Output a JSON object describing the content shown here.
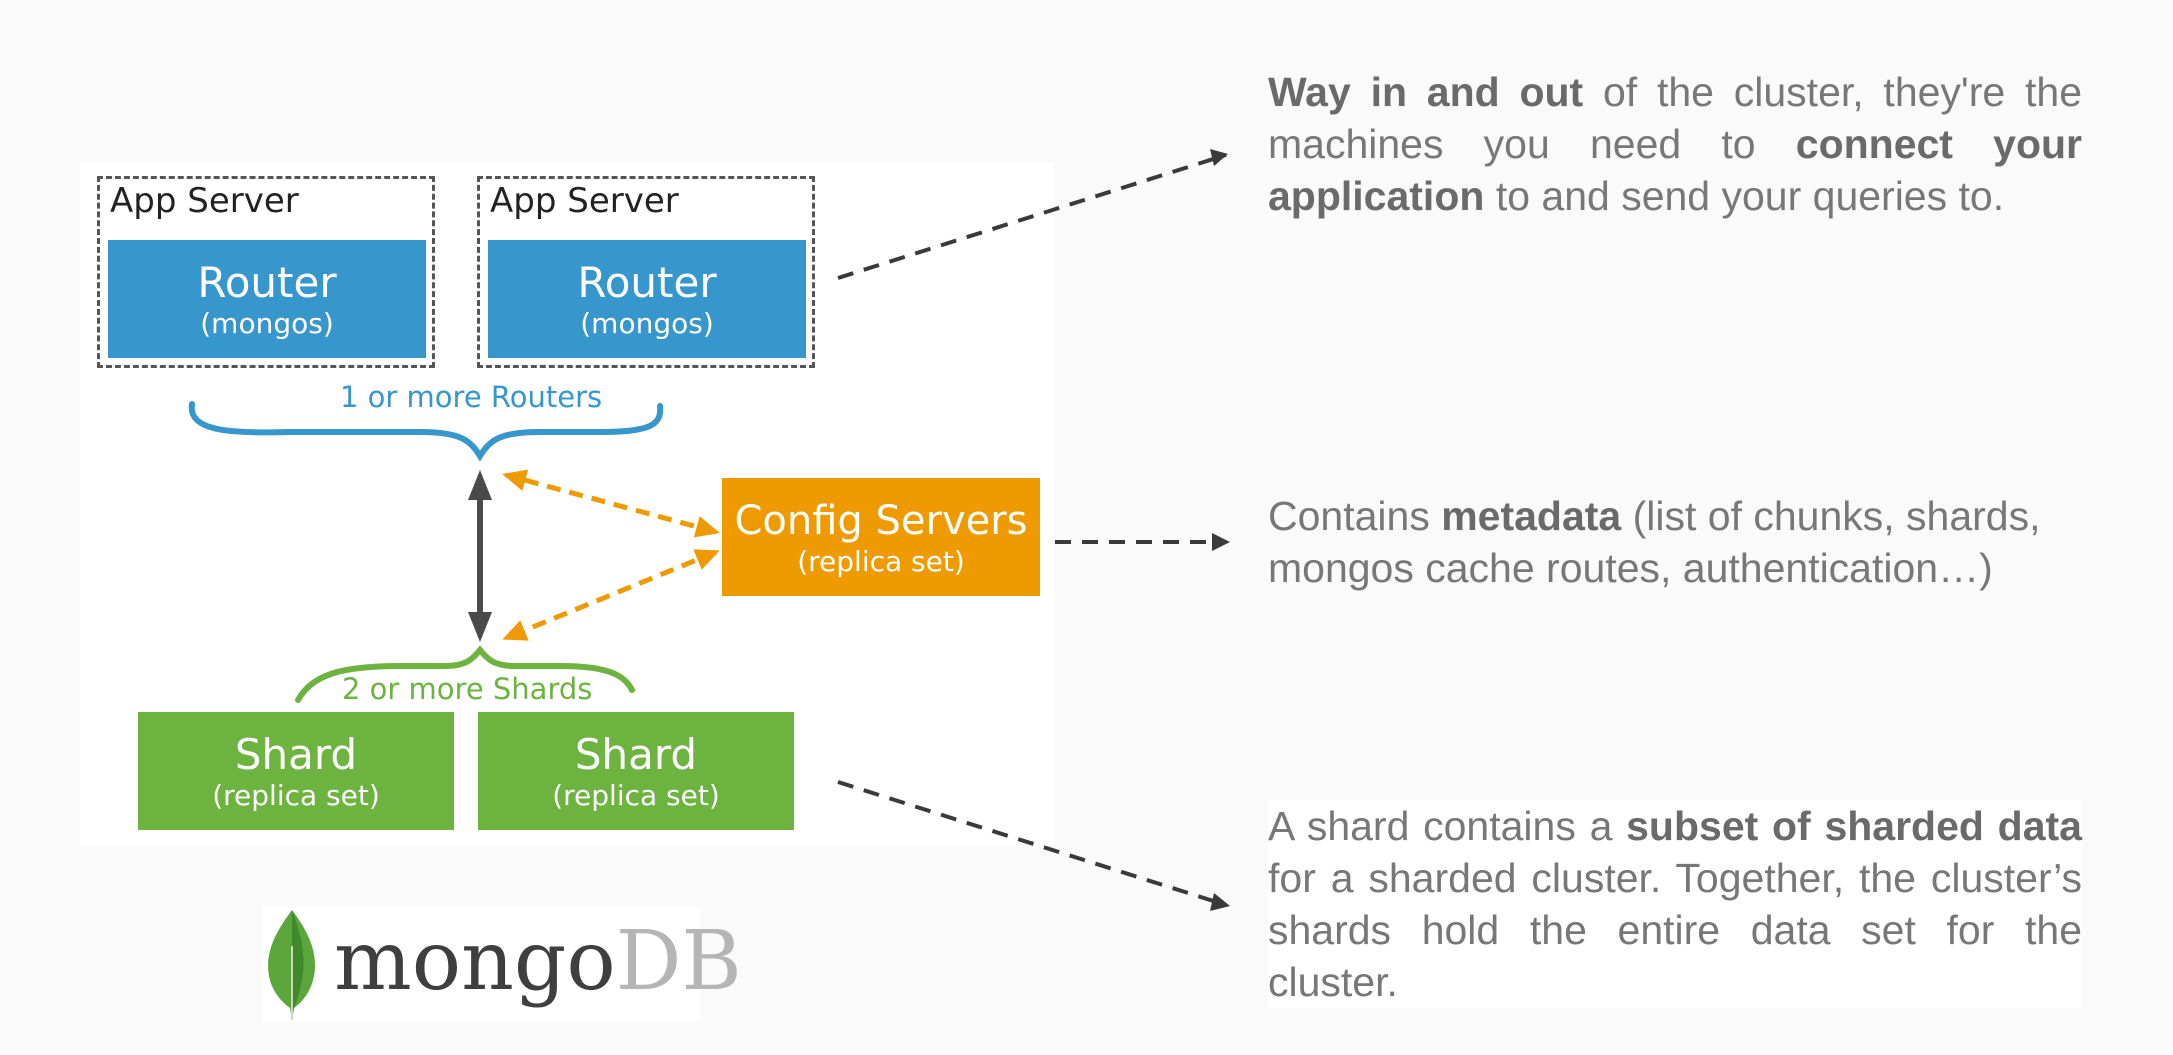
{
  "diagram": {
    "app_server_label": "App Server",
    "router": {
      "title": "Router",
      "subtitle": "(mongos)"
    },
    "routers_label": "1 or more Routers",
    "config": {
      "title": "Config Servers",
      "subtitle": "(replica set)"
    },
    "shards_label": "2 or more Shards",
    "shard": {
      "title": "Shard",
      "subtitle": "(replica set)"
    },
    "colors": {
      "router": "#3796cc",
      "config": "#ef9a00",
      "shard": "#6db33f",
      "arrow": "#4a4a4a"
    }
  },
  "descriptions": {
    "routers": {
      "bold1": "Way in and out",
      "text1": " of the cluster, they're the machines you need to ",
      "bold2": "connect your application",
      "text2": " to and send your queries to."
    },
    "config": {
      "text1": "Contains ",
      "bold1": "metadata",
      "text2": " (list of chunks, shards, mongos cache routes, authentication…)"
    },
    "shards": {
      "text1": "A shard contains a ",
      "bold1": "subset of sharded data",
      "text2": " for a sharded cluster. Together, the cluster’s shards hold the entire data set for the cluster."
    }
  },
  "logo": {
    "mongo": "mongo",
    "db": "DB",
    "leaf_color": "#5aa63a"
  }
}
